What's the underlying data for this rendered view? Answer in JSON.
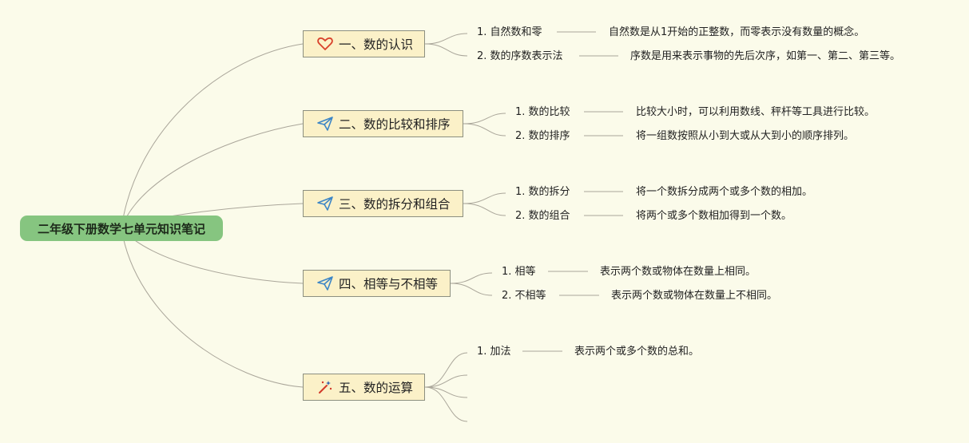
{
  "root": {
    "title": "二年级下册数学七单元知识笔记"
  },
  "branches": [
    {
      "icon": "heart-icon",
      "label": "一、数的认识",
      "items": [
        {
          "term": "1. 自然数和零",
          "desc": "自然数是从1开始的正整数，而零表示没有数量的概念。"
        },
        {
          "term": "2. 数的序数表示法",
          "desc": "序数是用来表示事物的先后次序，如第一、第二、第三等。"
        }
      ]
    },
    {
      "icon": "paper-plane-icon",
      "label": "二、数的比较和排序",
      "items": [
        {
          "term": "1. 数的比较",
          "desc": "比较大小时，可以利用数线、秤杆等工具进行比较。"
        },
        {
          "term": "2. 数的排序",
          "desc": "将一组数按照从小到大或从大到小的顺序排列。"
        }
      ]
    },
    {
      "icon": "paper-plane-icon",
      "label": "三、数的拆分和组合",
      "items": [
        {
          "term": "1. 数的拆分",
          "desc": "将一个数拆分成两个或多个数的相加。"
        },
        {
          "term": "2. 数的组合",
          "desc": "将两个或多个数相加得到一个数。"
        }
      ]
    },
    {
      "icon": "paper-plane-icon",
      "label": "四、相等与不相等",
      "items": [
        {
          "term": "1. 相等",
          "desc": "表示两个数或物体在数量上相同。"
        },
        {
          "term": "2. 不相等",
          "desc": "表示两个数或物体在数量上不相同。"
        }
      ]
    },
    {
      "icon": "magic-wand-icon",
      "label": "五、数的运算",
      "items": [
        {
          "term": "1. 加法",
          "desc": "表示两个或多个数的总和。"
        }
      ]
    }
  ]
}
